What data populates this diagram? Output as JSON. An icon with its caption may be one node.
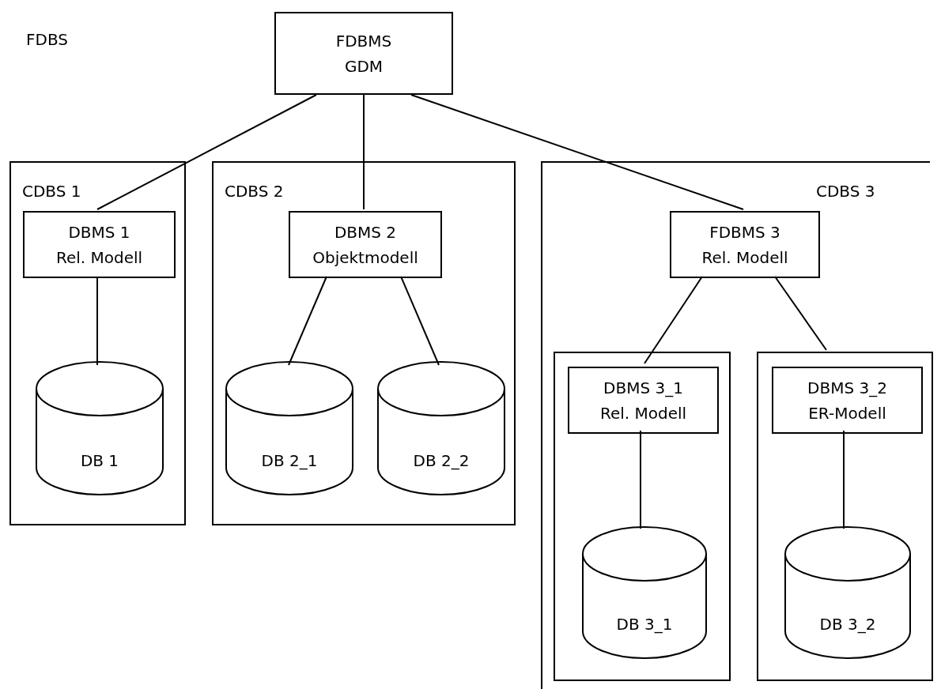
{
  "diagram": {
    "nodes": [
      {
        "text": [
          "FDBMS",
          "GDM"
        ]
      },
      {
        "text": [
          "CDBS 1"
        ]
      },
      {
        "text": [
          "DBMS 1",
          "Rel. Modell"
        ],
        "in": 1
      },
      {
        "text": [
          "DB 1"
        ],
        "in": 1
      },
      {
        "text": [
          "CDBS 2"
        ]
      },
      {
        "text": [
          "DBMS 2",
          "Objektmodell"
        ],
        "in": 4
      },
      {
        "text": [
          "DB 2_1"
        ],
        "in": 4
      },
      {
        "text": [
          "DB 2_2"
        ],
        "in": 4
      },
      {
        "text": [
          "CDBS 3"
        ]
      },
      {
        "text": [
          "FDBMS 3",
          "Rel. Modell"
        ],
        "in": 8
      },
      {
        "text": [],
        "in": 8,
        "shape": "box"
      },
      {
        "text": [
          "DBMS 3_1",
          "Rel. Modell"
        ],
        "in": 10
      },
      {
        "text": [
          "DB 3_1"
        ],
        "in": 10
      },
      {
        "text": [],
        "in": 8,
        "shape": "box"
      },
      {
        "text": [
          "DBMS 3_2",
          "ER-Modell"
        ],
        "in": 13
      },
      {
        "text": [
          "DB 3_2"
        ],
        "in": 13
      }
    ],
    "edges": [
      {
        "from": 0,
        "to": 2,
        "arrow": "none"
      },
      {
        "from": 0,
        "to": 5,
        "arrow": "none"
      },
      {
        "from": 0,
        "to": 9,
        "arrow": "none"
      },
      {
        "from": 2,
        "to": 3,
        "arrow": "none"
      },
      {
        "from": 5,
        "to": 6,
        "arrow": "none"
      },
      {
        "from": 5,
        "to": 7,
        "arrow": "none"
      },
      {
        "from": 9,
        "to": 11,
        "arrow": "none"
      },
      {
        "from": 9,
        "to": 13,
        "arrow": "none"
      },
      {
        "from": 11,
        "to": 12,
        "arrow": "none"
      },
      {
        "from": 14,
        "to": 15,
        "arrow": "none"
      }
    ],
    "labels": [
      "FDBS"
    ]
  }
}
